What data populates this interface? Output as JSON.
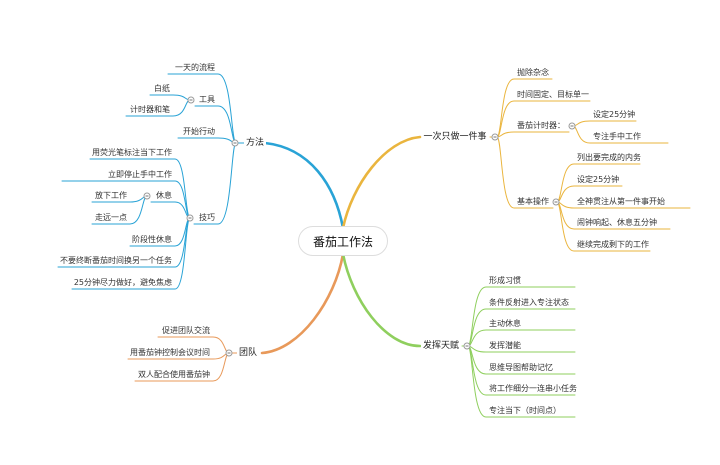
{
  "center": "番茄工作法",
  "colors": {
    "method": "#29a3d6",
    "team": "#e8995a",
    "single_task": "#eab53e",
    "talent": "#8fcf5e"
  },
  "branches": {
    "method": {
      "label": "方法",
      "items": {
        "flow": "一天的流程",
        "tools": "工具",
        "paper": "白纸",
        "timer": "计时器和笔",
        "start": "开始行动",
        "skills": "技巧",
        "highlight": "用荧光笔标注当下工作",
        "stop_now": "立即停止手中工作",
        "rest": "休息",
        "put_down": "放下工作",
        "walk": "走远一点",
        "stage_rest": "阶段性休息",
        "no_interrupt": "不要终断番茄时间换另一个任务",
        "do_best": "25分钟尽力做好，避免焦虑"
      }
    },
    "team": {
      "label": "团队",
      "items": {
        "exchange": "促进团队交流",
        "meeting": "用番茄钟控制会议时间",
        "pair": "双人配合使用番茄钟"
      }
    },
    "single_task": {
      "label": "一次只做一件事",
      "items": {
        "clear": "抛除杂念",
        "fixed": "时间固定、目标单一",
        "tomato_timer": "番茄计时器：",
        "set_25": "设定25分钟",
        "focus": "专注手中工作",
        "basic_ops": "基本操作",
        "list": "列出要完成的内务",
        "set_25_b": "设定25分钟",
        "all_in": "全神贯注从第一件事开始",
        "alarm": "闹钟响起、休息五分钟",
        "continue": "继续完成剩下的工作"
      }
    },
    "talent": {
      "label": "发挥天赋",
      "items": {
        "habit": "形成习惯",
        "reflex": "条件反射进入专注状态",
        "active_rest": "主动休息",
        "potential": "发挥潜能",
        "mindmap": "思维导图帮助记忆",
        "split": "将工作细分一连串小任务",
        "present": "专注当下（时间点）"
      }
    }
  }
}
